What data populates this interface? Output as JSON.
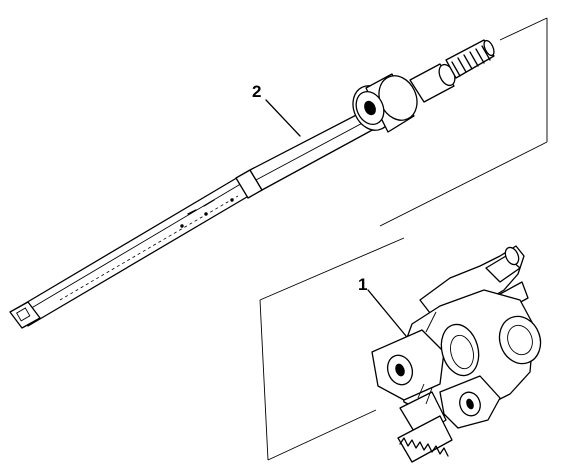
{
  "diagram": {
    "callouts": [
      {
        "id": "item-1",
        "label": "1"
      },
      {
        "id": "item-2",
        "label": "2"
      }
    ],
    "ink_color": "#000000",
    "background_color": "#ffffff"
  }
}
